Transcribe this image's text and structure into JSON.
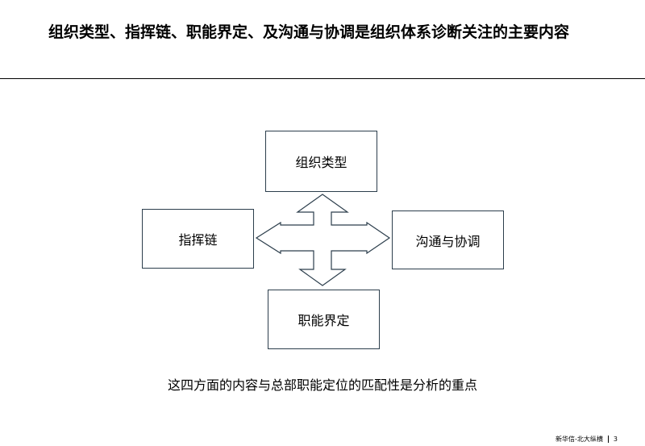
{
  "title": "组织类型、指挥链、职能界定、及沟通与协调是组织体系诊断关注的主要内容",
  "diagram": {
    "top_label": "组织类型",
    "left_label": "指挥链",
    "right_label": "沟通与协调",
    "bottom_label": "职能界定"
  },
  "caption": "这四方面的内容与总部职能定位的匹配性是分析的重点",
  "footer": {
    "brand": "新华信-北大纵横",
    "page_number": "3"
  }
}
